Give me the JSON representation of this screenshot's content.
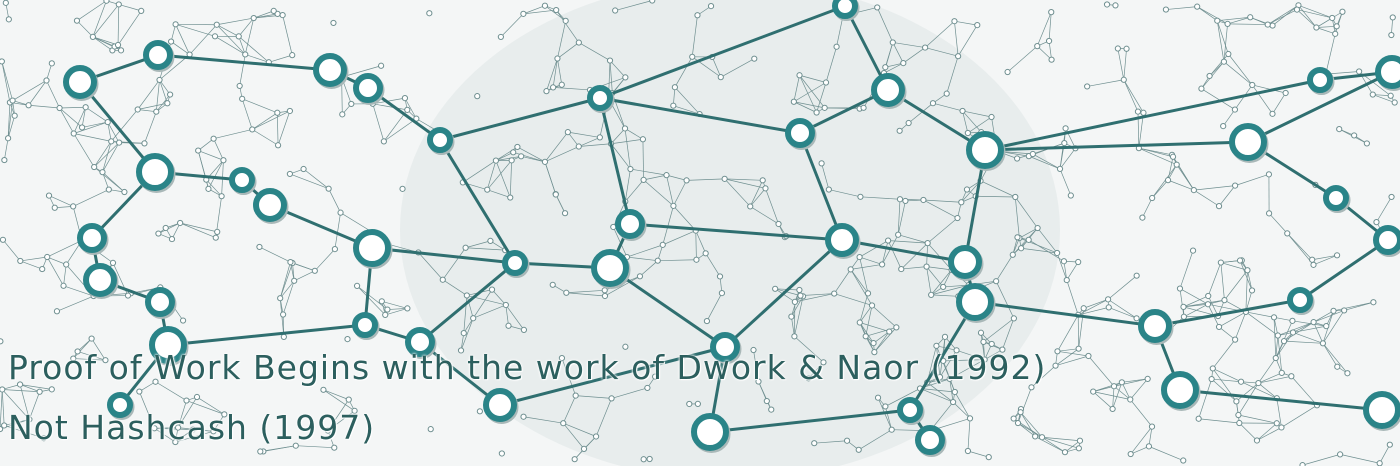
{
  "image": {
    "description_icon": "network-graph-illustration",
    "colors": {
      "node": "#2a8488",
      "edge": "#2f6f70",
      "fine_web": "#6f8f90",
      "background": "#f4f6f6",
      "caption_text": "#2c5f5e"
    }
  },
  "caption": {
    "line1": "Proof of Work Begins with the work of Dwork & Naor (1992)",
    "line2": "Not Hashcash (1997)"
  }
}
